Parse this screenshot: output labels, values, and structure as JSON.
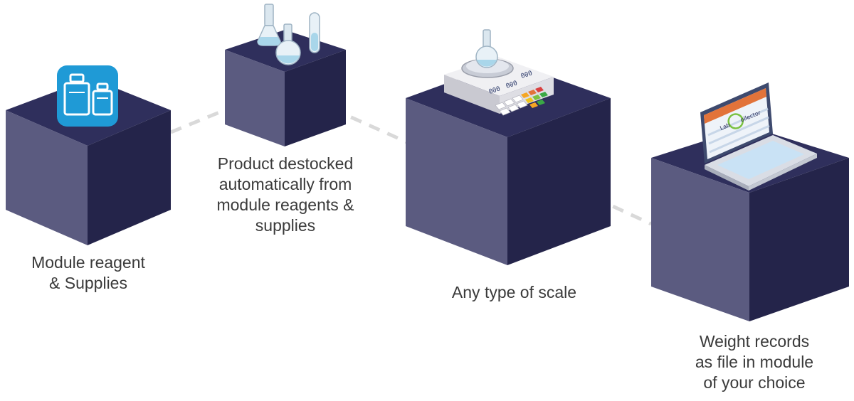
{
  "colors": {
    "cube_top": "#2f2f5c",
    "cube_left": "#5b5b80",
    "cube_right": "#24244a",
    "connector": "#d9d9d9",
    "text": "#3a3a3a",
    "app_icon_blue": "#1f9ad6",
    "scale_body": "#e6e6ea",
    "laptop_screen": "#3e4a6e",
    "logo_accent": "#e2733a"
  },
  "steps": [
    {
      "label": "Module reagent\n& Supplies",
      "icon": "reagent-module-app-icon"
    },
    {
      "label": "Product destocked\nautomatically from\nmodule reagents &\nsupplies",
      "icon": "lab-glassware-icon"
    },
    {
      "label": "Any type of scale",
      "icon": "lab-scale-icon"
    },
    {
      "label": "Weight records\nas file in module\nof your choice",
      "icon": "laptop-labcollector-icon"
    }
  ],
  "laptop_logo": {
    "text_before": "Lab",
    "text_after": "ollector"
  },
  "scale_display": [
    "000",
    "000",
    "000"
  ]
}
